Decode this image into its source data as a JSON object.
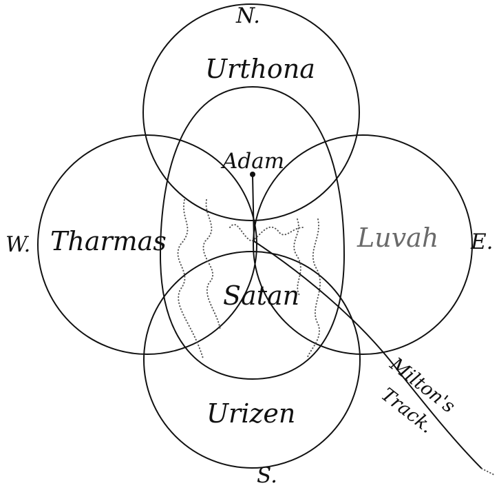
{
  "colors": {
    "ink": "#111111",
    "paper": "#ffffff",
    "faint": "#6a6a6a"
  },
  "compass": {
    "north": "N.",
    "south": "S.",
    "east": "E.",
    "west": "W."
  },
  "zoas": {
    "north": "Urthona",
    "west": "Tharmas",
    "east": "Luvah",
    "south": "Urizen"
  },
  "egg": {
    "top": "Adam",
    "bottom": "Satan"
  },
  "track": {
    "line1": "Milton's",
    "line2": "Track."
  }
}
